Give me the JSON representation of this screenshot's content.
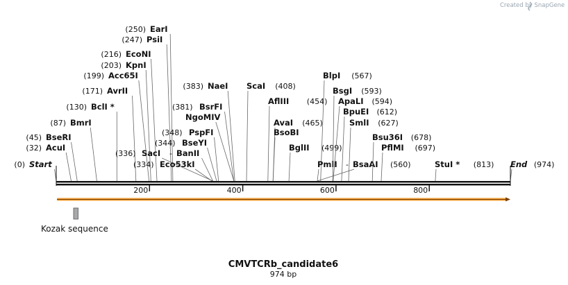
{
  "credit": "Created by SnapGene",
  "title": "CMVTCRb_candidate6",
  "subtitle": "974 bp",
  "sequence_length": 974,
  "scale_ticks": [
    "200",
    "400",
    "600",
    "800"
  ],
  "feature": {
    "label": "Kozak sequence",
    "start": 36,
    "end": 46,
    "color": "#a7a9ac"
  },
  "orf_color": "#f0a13a",
  "sites": [
    {
      "name": "Start",
      "pos": "(0)",
      "bp": 0,
      "italic": true
    },
    {
      "name": "AcuI",
      "pos": "(32)",
      "bp": 32
    },
    {
      "name": "BseRI",
      "pos": "(45)",
      "bp": 45
    },
    {
      "name": "BmrI",
      "pos": "(87)",
      "bp": 87
    },
    {
      "name": "BclI *",
      "pos": "(130)",
      "bp": 130
    },
    {
      "name": "AvrII",
      "pos": "(171)",
      "bp": 171
    },
    {
      "name": "Acc65I",
      "pos": "(199)",
      "bp": 199
    },
    {
      "name": "KpnI",
      "pos": "(203)",
      "bp": 203
    },
    {
      "name": "EcoNI",
      "pos": "(216)",
      "bp": 216
    },
    {
      "name": "PsiI",
      "pos": "(247)",
      "bp": 247
    },
    {
      "name": "EarI",
      "pos": "(250)",
      "bp": 250
    },
    {
      "name": "SacI",
      "pos": "(336)",
      "bp": 336
    },
    {
      "name": "Eco53kI",
      "pos": "(334)",
      "bp": 334
    },
    {
      "name": "BanII",
      "pos": "",
      "bp": 336,
      "dash": "-"
    },
    {
      "name": "BseYI",
      "pos": "(344)",
      "bp": 344
    },
    {
      "name": "PspFI",
      "pos": "(348)",
      "bp": 348
    },
    {
      "name": "NgoMIV",
      "pos": "",
      "bp": 381
    },
    {
      "name": "BsrFI",
      "pos": "(381)",
      "bp": 381
    },
    {
      "name": "NaeI",
      "pos": "(383)",
      "bp": 383
    },
    {
      "name": "ScaI",
      "pos": "(408)",
      "bp": 408
    },
    {
      "name": "AflIII",
      "pos": "(454)",
      "bp": 454
    },
    {
      "name": "AvaI",
      "pos": "(465)",
      "bp": 465
    },
    {
      "name": "BsoBI",
      "pos": "",
      "bp": 465
    },
    {
      "name": "BglII",
      "pos": "(499)",
      "bp": 499
    },
    {
      "name": "BlpI",
      "pos": "(567)",
      "bp": 567
    },
    {
      "name": "PmlI",
      "pos": "",
      "bp": 560
    },
    {
      "name": "BsaAI",
      "pos": "(560)",
      "bp": 560,
      "dash": "-"
    },
    {
      "name": "BsgI",
      "pos": "(593)",
      "bp": 593
    },
    {
      "name": "ApaLI",
      "pos": "(594)",
      "bp": 594
    },
    {
      "name": "BpuEI",
      "pos": "(612)",
      "bp": 612
    },
    {
      "name": "SmlI",
      "pos": "(627)",
      "bp": 627
    },
    {
      "name": "Bsu36I",
      "pos": "(678)",
      "bp": 678
    },
    {
      "name": "PflMI",
      "pos": "(697)",
      "bp": 697
    },
    {
      "name": "StuI *",
      "pos": "(813)",
      "bp": 813
    },
    {
      "name": "End",
      "pos": "(974)",
      "bp": 974,
      "italic": true
    }
  ]
}
